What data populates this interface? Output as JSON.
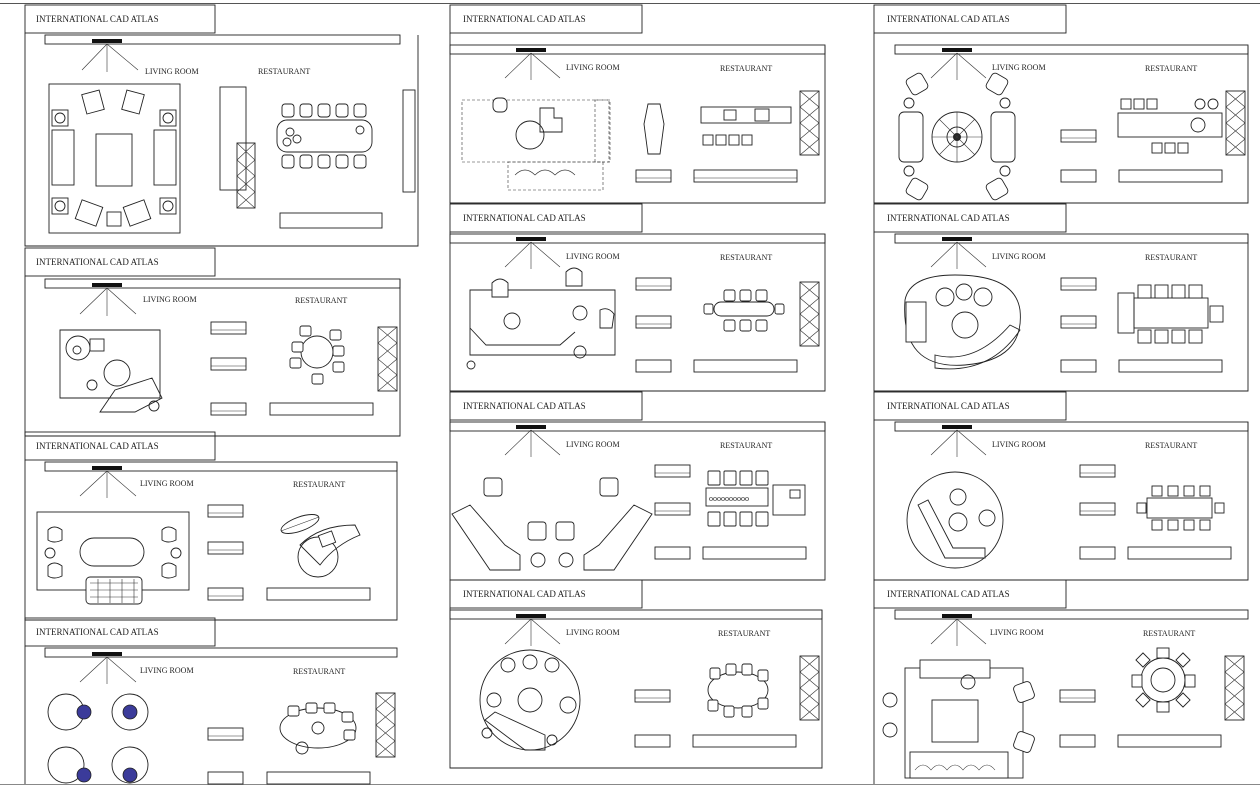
{
  "sheet": {
    "panel_title": "INTERNATIONAL CAD ATLAS",
    "living_label": "LIVING ROOM",
    "restaurant_label": "RESTAURANT"
  },
  "colors": {
    "line": "#222222",
    "accent_chair": "#3b3b9a",
    "background": "#ffffff"
  },
  "panels": [
    {
      "id": "p1",
      "title": "INTERNATIONAL CAD ATLAS",
      "living": "LIVING ROOM",
      "restaurant": "RESTAURANT"
    },
    {
      "id": "p2",
      "title": "INTERNATIONAL CAD ATLAS",
      "living": "LIVING ROOM",
      "restaurant": "RESTAURANT"
    },
    {
      "id": "p3",
      "title": "INTERNATIONAL CAD ATLAS",
      "living": "LIVING ROOM",
      "restaurant": "RESTAURANT"
    },
    {
      "id": "p4",
      "title": "INTERNATIONAL CAD ATLAS",
      "living": "LIVING ROOM",
      "restaurant": "RESTAURANT"
    },
    {
      "id": "p5",
      "title": "INTERNATIONAL CAD ATLAS",
      "living": "LIVING ROOM",
      "restaurant": "RESTAURANT"
    },
    {
      "id": "p6",
      "title": "INTERNATIONAL CAD ATLAS",
      "living": "LIVING ROOM",
      "restaurant": "RESTAURANT"
    },
    {
      "id": "p7",
      "title": "INTERNATIONAL CAD ATLAS",
      "living": "LIVING ROOM",
      "restaurant": "RESTAURANT"
    },
    {
      "id": "p8",
      "title": "INTERNATIONAL CAD ATLAS",
      "living": "LIVING ROOM",
      "restaurant": "RESTAURANT"
    },
    {
      "id": "p9",
      "title": "INTERNATIONAL CAD ATLAS",
      "living": "LIVING ROOM",
      "restaurant": "RESTAURANT"
    },
    {
      "id": "p10",
      "title": "INTERNATIONAL CAD ATLAS",
      "living": "LIVING ROOM",
      "restaurant": "RESTAURANT"
    },
    {
      "id": "p11",
      "title": "INTERNATIONAL CAD ATLAS",
      "living": "LIVING ROOM",
      "restaurant": "RESTAURANT"
    },
    {
      "id": "p12",
      "title": "INTERNATIONAL CAD ATLAS",
      "living": "LIVING ROOM",
      "restaurant": "RESTAURANT"
    }
  ]
}
